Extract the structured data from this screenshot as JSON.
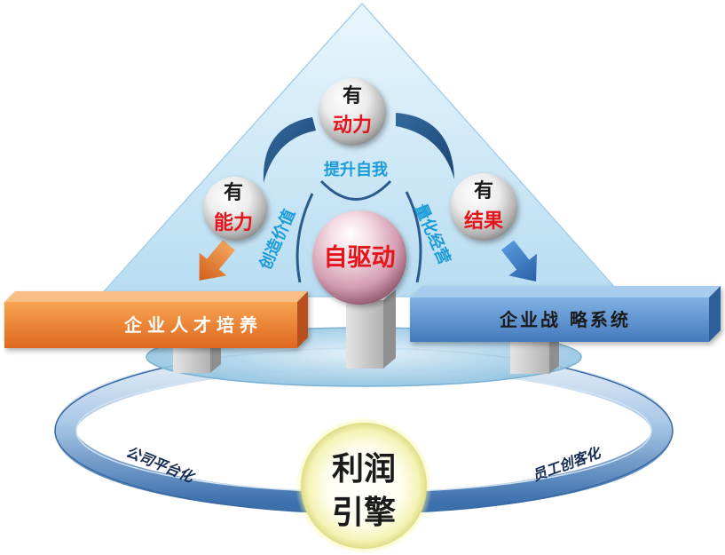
{
  "spheres": {
    "top": {
      "line1": "有",
      "line2": "动力"
    },
    "left": {
      "line1": "有",
      "line2": "能力"
    },
    "right": {
      "line1": "有",
      "line2": "结果"
    },
    "center": {
      "label": "自驱动"
    },
    "bottom": {
      "line1": "利润",
      "line2": "引擎"
    }
  },
  "arc_labels": {
    "top": "提升自我",
    "left": "创造价值",
    "right": "量化经营"
  },
  "bars": {
    "left": {
      "label": "企业人才培养"
    },
    "right": {
      "label": "企业战 略系统"
    }
  },
  "ring_labels": {
    "left": "公司平台化",
    "right": "员工创客化"
  },
  "colors": {
    "accent_red": "#e4141b",
    "label_blue": "#1b9bd8",
    "ring_label": "#142a52",
    "dark_text": "#1a1a1a",
    "white_text": "#ffffff"
  }
}
